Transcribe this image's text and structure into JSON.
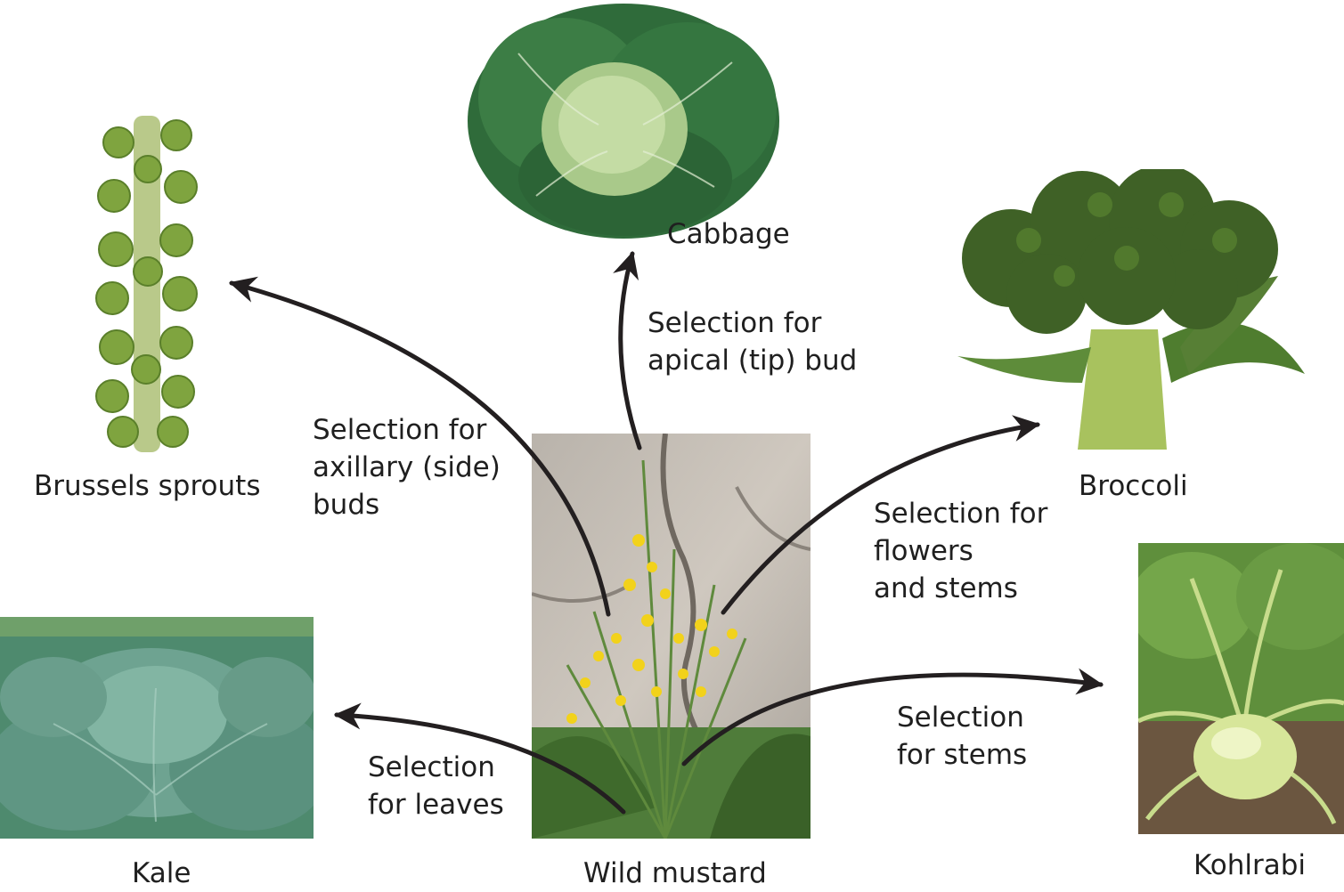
{
  "plants": {
    "cabbage": "Cabbage",
    "brussels_sprouts": "Brussels sprouts",
    "broccoli": "Broccoli",
    "kale": "Kale",
    "kohlrabi": "Kohlrabi",
    "wild_mustard": "Wild mustard"
  },
  "selections": {
    "apical": "Selection for\napical (tip) bud",
    "axillary": "Selection for\naxillary (side)\nbuds",
    "flowers": "Selection for\nflowers\nand stems",
    "stems": "Selection\nfor stems",
    "leaves": "Selection\nfor leaves"
  },
  "colors": {
    "arrow": "#231f20",
    "text": "#1f1f1f"
  }
}
